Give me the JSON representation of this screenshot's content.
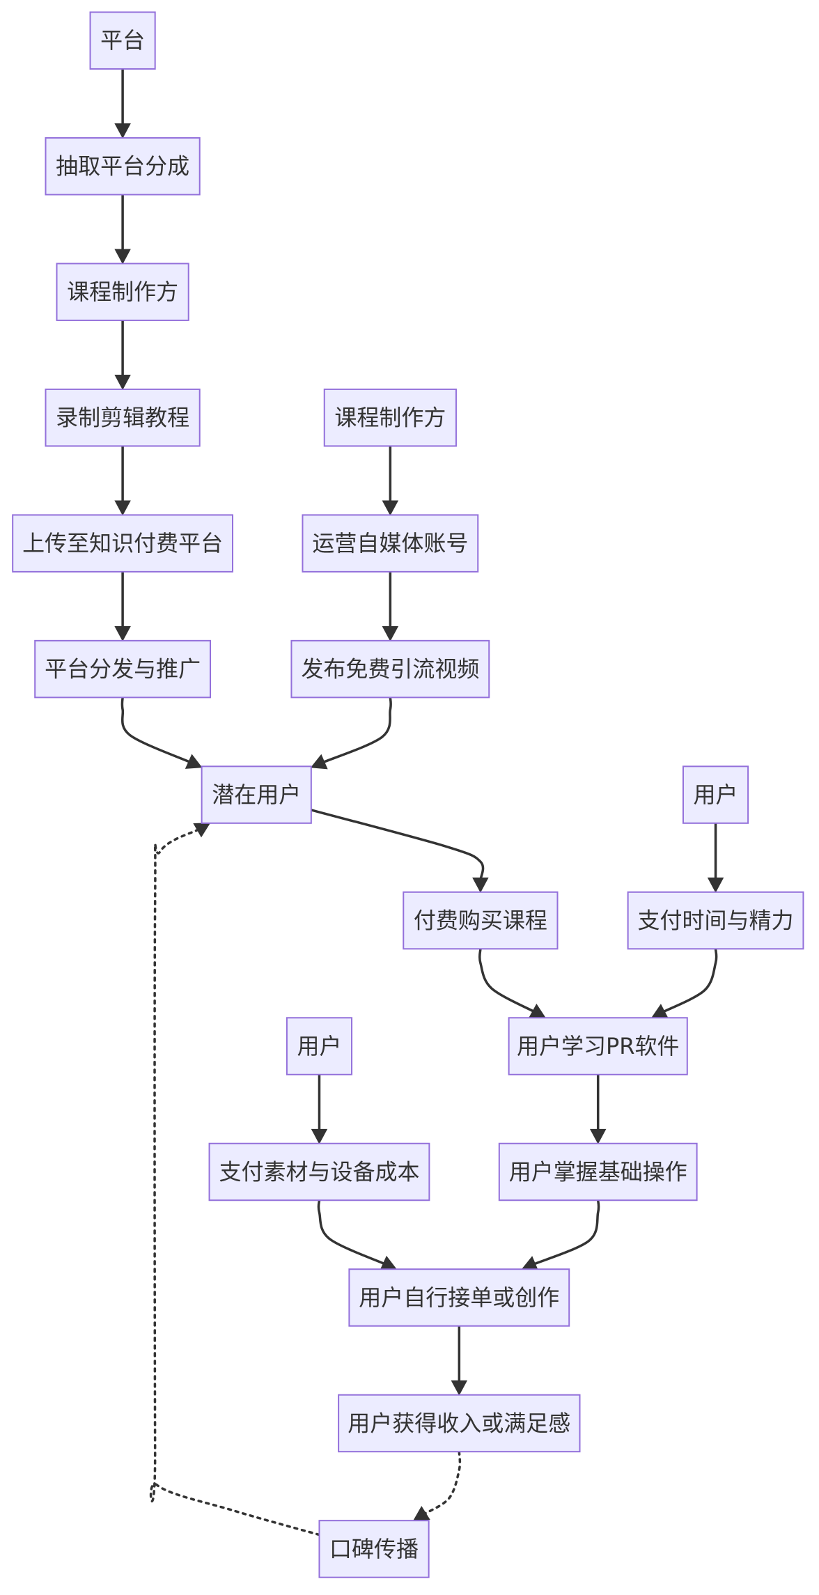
{
  "diagram": {
    "type": "flowchart",
    "direction": "top-down",
    "colors": {
      "node_fill": "#ECECFF",
      "node_border": "#9370DB",
      "edge": "#333333",
      "text": "#333333"
    },
    "nodes": [
      {
        "id": "platform",
        "label": "平台"
      },
      {
        "id": "take_cut",
        "label": "抽取平台分成"
      },
      {
        "id": "producer_a",
        "label": "课程制作方"
      },
      {
        "id": "record_edit",
        "label": "录制剪辑教程"
      },
      {
        "id": "upload",
        "label": "上传至知识付费平台"
      },
      {
        "id": "distribute",
        "label": "平台分发与推广"
      },
      {
        "id": "producer_b",
        "label": "课程制作方"
      },
      {
        "id": "run_media",
        "label": "运营自媒体账号"
      },
      {
        "id": "free_video",
        "label": "发布免费引流视频"
      },
      {
        "id": "potential",
        "label": "潜在用户"
      },
      {
        "id": "user_a",
        "label": "用户"
      },
      {
        "id": "buy_course",
        "label": "付费购买课程"
      },
      {
        "id": "pay_time",
        "label": "支付时间与精力"
      },
      {
        "id": "learn_pr",
        "label": "用户学习PR软件"
      },
      {
        "id": "user_b",
        "label": "用户"
      },
      {
        "id": "pay_material",
        "label": "支付素材与设备成本"
      },
      {
        "id": "master_basic",
        "label": "用户掌握基础操作"
      },
      {
        "id": "take_orders",
        "label": "用户自行接单或创作"
      },
      {
        "id": "income",
        "label": "用户获得收入或满足感"
      },
      {
        "id": "word_of_mouth",
        "label": "口碑传播"
      }
    ],
    "edges": [
      {
        "from": "platform",
        "to": "take_cut",
        "style": "solid"
      },
      {
        "from": "take_cut",
        "to": "producer_a",
        "style": "solid"
      },
      {
        "from": "producer_a",
        "to": "record_edit",
        "style": "solid"
      },
      {
        "from": "record_edit",
        "to": "upload",
        "style": "solid"
      },
      {
        "from": "upload",
        "to": "distribute",
        "style": "solid"
      },
      {
        "from": "distribute",
        "to": "potential",
        "style": "solid"
      },
      {
        "from": "producer_b",
        "to": "run_media",
        "style": "solid"
      },
      {
        "from": "run_media",
        "to": "free_video",
        "style": "solid"
      },
      {
        "from": "free_video",
        "to": "potential",
        "style": "solid"
      },
      {
        "from": "potential",
        "to": "buy_course",
        "style": "solid"
      },
      {
        "from": "user_a",
        "to": "pay_time",
        "style": "solid"
      },
      {
        "from": "buy_course",
        "to": "learn_pr",
        "style": "solid"
      },
      {
        "from": "pay_time",
        "to": "learn_pr",
        "style": "solid"
      },
      {
        "from": "learn_pr",
        "to": "master_basic",
        "style": "solid"
      },
      {
        "from": "user_b",
        "to": "pay_material",
        "style": "solid"
      },
      {
        "from": "pay_material",
        "to": "take_orders",
        "style": "solid"
      },
      {
        "from": "master_basic",
        "to": "take_orders",
        "style": "solid"
      },
      {
        "from": "take_orders",
        "to": "income",
        "style": "solid"
      },
      {
        "from": "income",
        "to": "word_of_mouth",
        "style": "dotted"
      },
      {
        "from": "word_of_mouth",
        "to": "potential",
        "style": "dotted"
      }
    ]
  }
}
